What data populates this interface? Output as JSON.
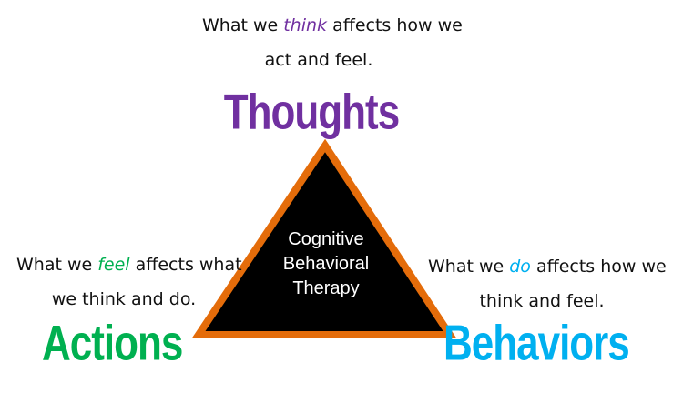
{
  "colors": {
    "thoughts": "#7030a0",
    "actions": "#00b050",
    "behaviors": "#00b0f0",
    "triangle_fill": "#000000",
    "triangle_stroke": "#e46c0a"
  },
  "thoughts": {
    "caption_pre": "What we ",
    "caption_highlight": "think",
    "caption_post": " affects how we",
    "caption_line2": "act and feel.",
    "title": "Thoughts"
  },
  "actions": {
    "caption_pre": "What we ",
    "caption_highlight": "feel",
    "caption_post": " affects what",
    "caption_line2": "we think and do.",
    "title": "Actions"
  },
  "behaviors": {
    "caption_pre": "What we ",
    "caption_highlight": "do",
    "caption_post": " affects how we",
    "caption_line2": "think and feel.",
    "title": "Behaviors"
  },
  "center": {
    "line1": "Cognitive",
    "line2": "Behavioral",
    "line3": "Therapy"
  }
}
